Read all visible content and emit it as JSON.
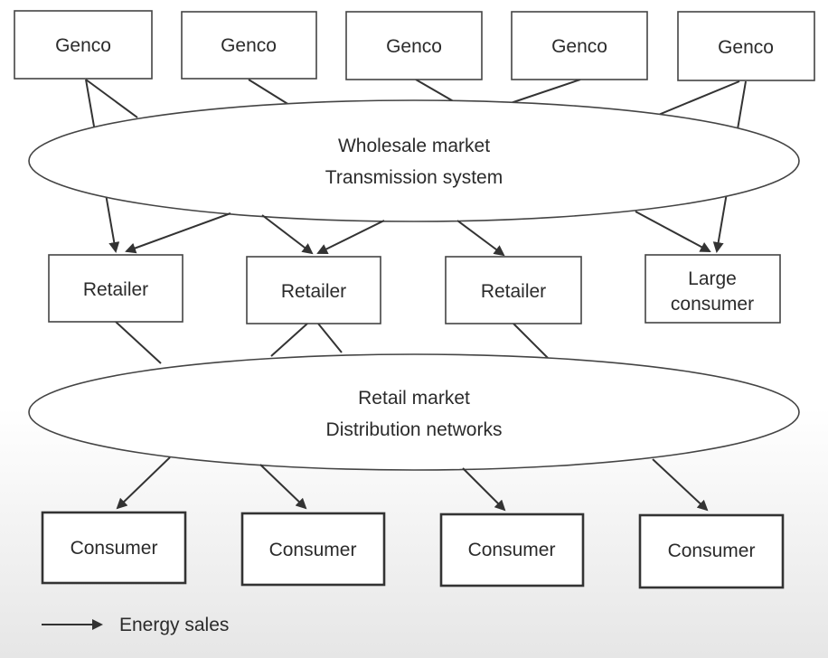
{
  "gencos": [
    {
      "label": "Genco"
    },
    {
      "label": "Genco"
    },
    {
      "label": "Genco"
    },
    {
      "label": "Genco"
    },
    {
      "label": "Genco"
    }
  ],
  "wholesale": {
    "line1": "Wholesale market",
    "line2": "Transmission system"
  },
  "buyers": [
    {
      "line1": "Retailer",
      "line2": ""
    },
    {
      "line1": "Retailer",
      "line2": ""
    },
    {
      "line1": "Retailer",
      "line2": ""
    },
    {
      "line1": "Large",
      "line2": "consumer"
    }
  ],
  "retail": {
    "line1": "Retail market",
    "line2": "Distribution networks"
  },
  "consumers": [
    {
      "label": "Consumer"
    },
    {
      "label": "Consumer"
    },
    {
      "label": "Consumer"
    },
    {
      "label": "Consumer"
    }
  ],
  "legend": {
    "label": "Energy sales"
  }
}
